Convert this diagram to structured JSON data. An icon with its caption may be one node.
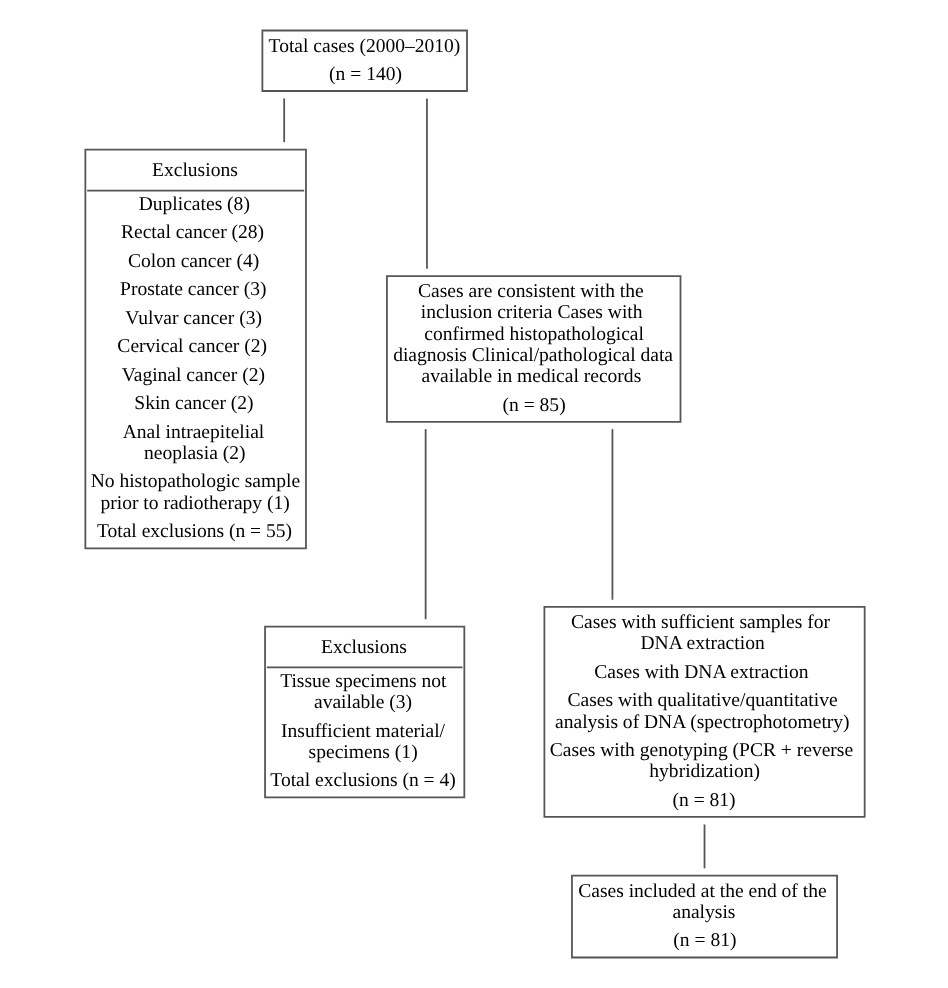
{
  "diagram": {
    "nodes": [
      {
        "text": [
          "Total cases (2000–2010)",
          "(n = 140)"
        ]
      },
      {
        "text": [
          "Exclusions",
          "Duplicates (8)",
          "Rectal cancer (28)",
          "Colon cancer (4)",
          "Prostate cancer (3)",
          "Vulvar cancer (3)",
          "Cervical cancer (2)",
          "Vaginal cancer (2)",
          "Skin cancer (2)",
          "Anal intraepitelial neoplasia (2)",
          "No histopathologic sample prior to radiotherapy (1)",
          "Total exclusions (n = 55)"
        ]
      },
      {
        "text": [
          "Cases are consistent with the inclusion criteria Cases with confirmed histopathological diagnosis Clinical/pathological data available in medical records",
          "(n = 85)"
        ]
      },
      {
        "text": [
          "Exclusions",
          "Tissue specimens not available (3)",
          "Insufficient material/ specimens (1)",
          "Total exclusions (n = 4)"
        ]
      },
      {
        "text": [
          "Cases with sufficient samples for DNA extraction",
          "Cases with DNA extraction",
          "Cases with qualitative/quantitative analysis of DNA (spectrophotometry)",
          "Cases with genotyping (PCR + reverse hybridization)",
          "(n = 81)"
        ]
      },
      {
        "text": [
          "Cases included at the end of the analysis",
          "(n = 81)"
        ]
      }
    ],
    "edges": [
      {
        "from": 0,
        "to": 2,
        "arrow": "none"
      },
      {
        "from": 0,
        "to": 1,
        "arrow": "none"
      },
      {
        "from": 2,
        "to": 3,
        "arrow": "none"
      },
      {
        "from": 2,
        "to": 4,
        "arrow": "none"
      },
      {
        "from": 4,
        "to": 5,
        "arrow": "none"
      }
    ]
  }
}
